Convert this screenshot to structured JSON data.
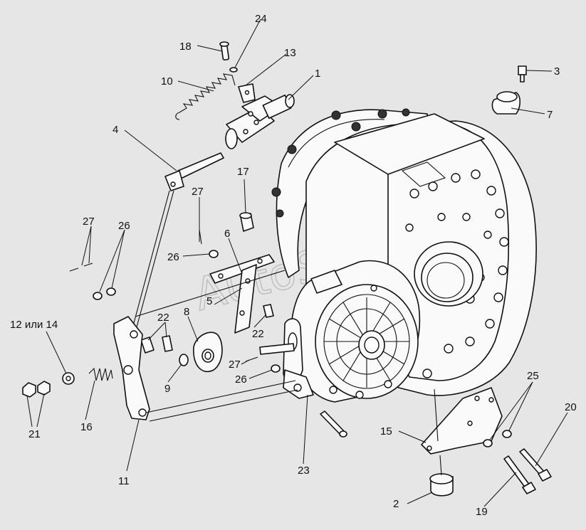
{
  "diagram": {
    "watermark": "AutoSoft",
    "callouts": [
      {
        "id": "c1",
        "label": "1"
      },
      {
        "id": "c2",
        "label": "2"
      },
      {
        "id": "c3",
        "label": "3"
      },
      {
        "id": "c4",
        "label": "4"
      },
      {
        "id": "c5",
        "label": "5"
      },
      {
        "id": "c6",
        "label": "6"
      },
      {
        "id": "c7",
        "label": "7"
      },
      {
        "id": "c8",
        "label": "8"
      },
      {
        "id": "c9",
        "label": "9"
      },
      {
        "id": "c10",
        "label": "10"
      },
      {
        "id": "c11",
        "label": "11"
      },
      {
        "id": "c12",
        "label": "12 или 14"
      },
      {
        "id": "c13",
        "label": "13"
      },
      {
        "id": "c15",
        "label": "15"
      },
      {
        "id": "c16",
        "label": "16"
      },
      {
        "id": "c17",
        "label": "17"
      },
      {
        "id": "c18",
        "label": "18"
      },
      {
        "id": "c19",
        "label": "19"
      },
      {
        "id": "c20",
        "label": "20"
      },
      {
        "id": "c21",
        "label": "21"
      },
      {
        "id": "c22a",
        "label": "22"
      },
      {
        "id": "c22b",
        "label": "22"
      },
      {
        "id": "c23",
        "label": "23"
      },
      {
        "id": "c24",
        "label": "24"
      },
      {
        "id": "c25",
        "label": "25"
      },
      {
        "id": "c26a",
        "label": "26"
      },
      {
        "id": "c26b",
        "label": "26"
      },
      {
        "id": "c26c",
        "label": "26"
      },
      {
        "id": "c27a",
        "label": "27"
      },
      {
        "id": "c27b",
        "label": "27"
      },
      {
        "id": "c27c",
        "label": "27"
      }
    ]
  }
}
